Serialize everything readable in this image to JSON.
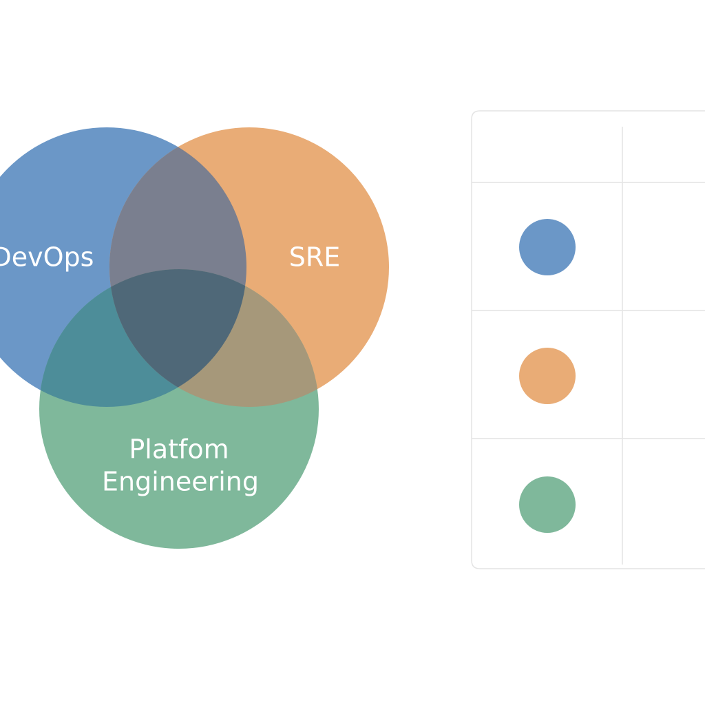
{
  "diagram": {
    "sets": [
      {
        "id": "devops",
        "label": "DevOps",
        "color": "#6b97c7"
      },
      {
        "id": "sre",
        "label": "SRE",
        "color": "#e9ac76"
      },
      {
        "id": "platform",
        "label_lines": [
          "Platfom",
          "Engineering"
        ],
        "color": "#7fb89b"
      }
    ],
    "overlaps": {
      "devops_sre": "#7a7f8f",
      "devops_platform": "#4d8d99",
      "sre_platform": "#a6987a",
      "all_three": "#4f6878"
    }
  },
  "legend": {
    "swatches": [
      {
        "set": "devops",
        "color": "#6b97c7"
      },
      {
        "set": "sre",
        "color": "#e9ac76"
      },
      {
        "set": "platform",
        "color": "#7fb89b"
      }
    ]
  }
}
